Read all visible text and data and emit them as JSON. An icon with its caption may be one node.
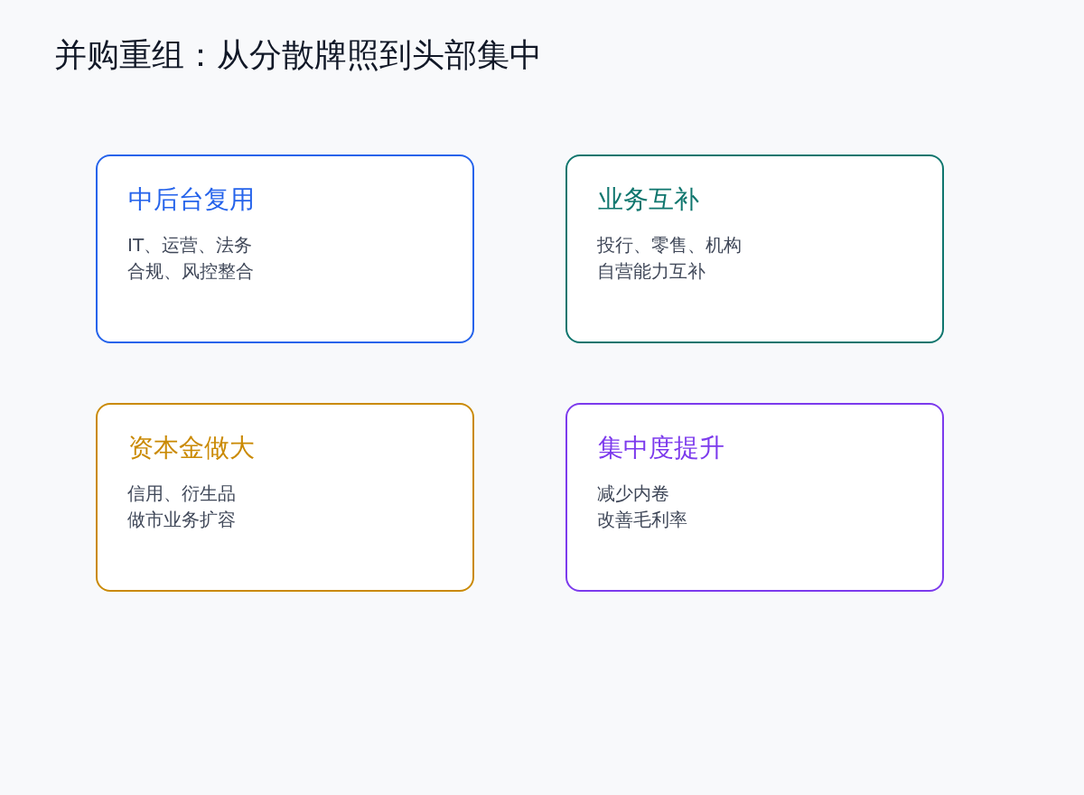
{
  "diagram": {
    "title": "并购重组：从分散牌照到头部集中",
    "nodes": [
      {
        "text": [
          "中后台复用",
          "IT、运营、法务合规、风控整合"
        ]
      },
      {
        "text": [
          "业务互补",
          "投行、零售、机构自营能力互补"
        ]
      },
      {
        "text": [
          "资本金做大",
          "信用、衍生品做市业务扩容"
        ]
      },
      {
        "text": [
          "集中度提升",
          "减少内卷改善毛利率"
        ]
      }
    ]
  }
}
